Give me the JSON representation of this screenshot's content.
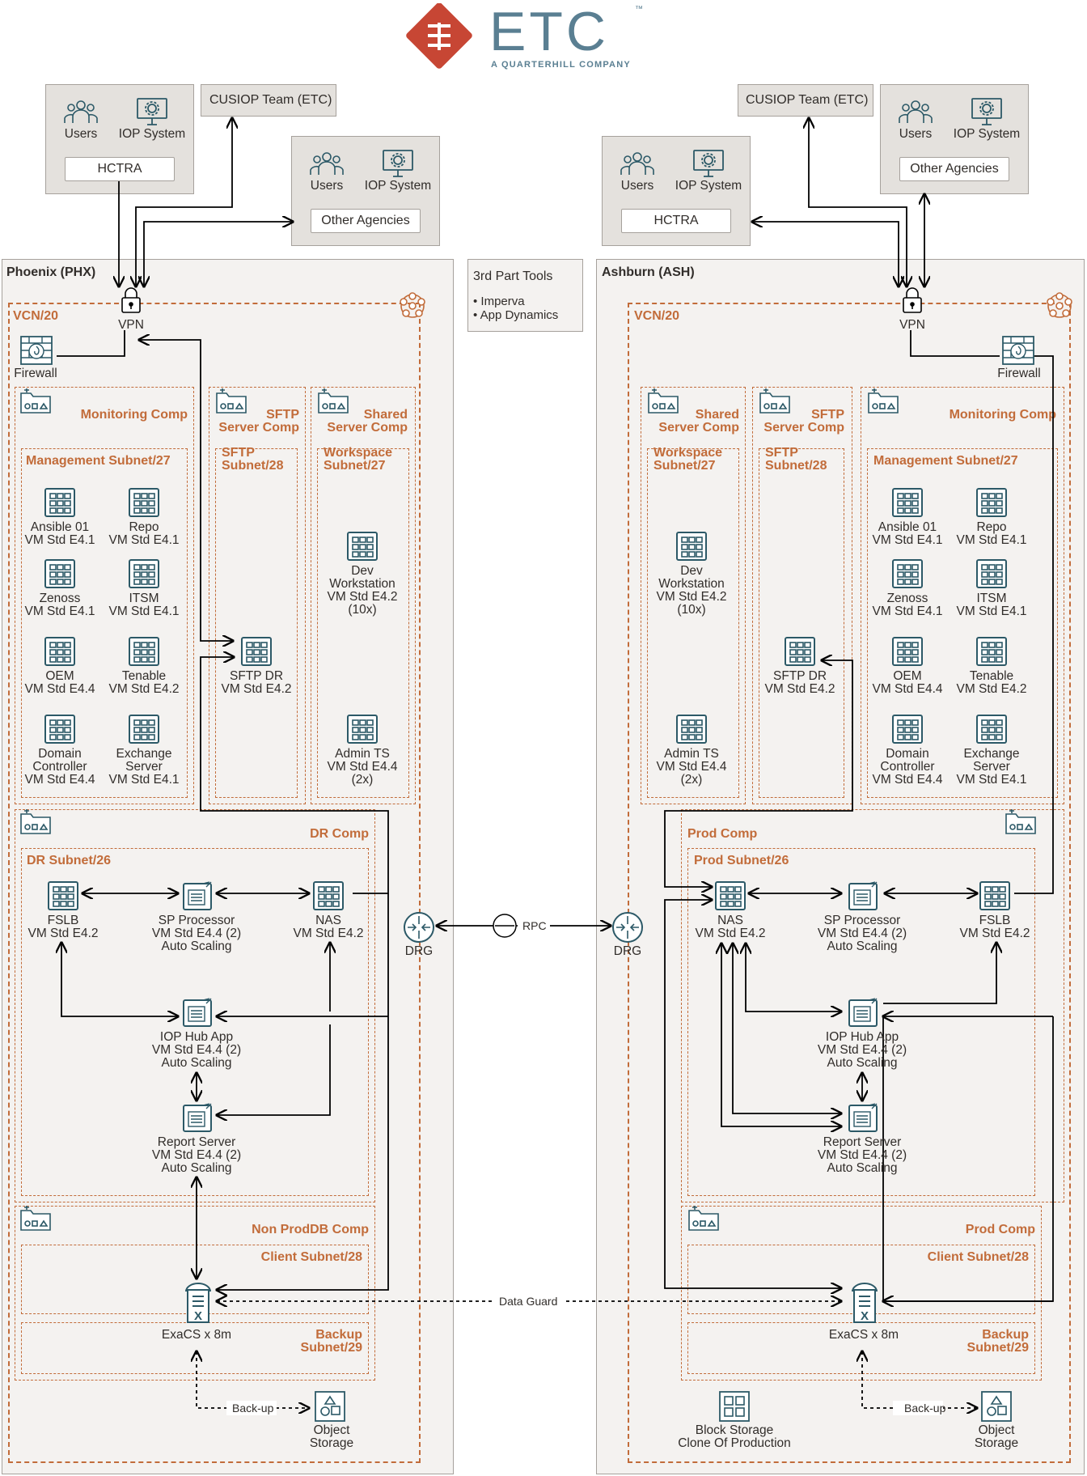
{
  "logo": {
    "name": "ETC",
    "tagline": "A QUARTERHILL COMPANY",
    "tm": "™"
  },
  "regions": {
    "phx": {
      "title": "Phoenix (PHX)"
    },
    "ash": {
      "title": "Ashburn (ASH)"
    },
    "tools": {
      "title": "3rd Part Tools",
      "items": [
        "• Imperva",
        "• App Dynamics"
      ]
    }
  },
  "external": {
    "phx_hctra": {
      "users": "Users",
      "system": "IOP System",
      "label": "HCTRA"
    },
    "phx_cusiop": {
      "label": "CUSIOP Team (ETC)"
    },
    "phx_other": {
      "users": "Users",
      "system": "IOP System",
      "label": "Other Agencies"
    },
    "ash_hctra": {
      "users": "Users",
      "system": "IOP System",
      "label": "HCTRA"
    },
    "ash_cusiop": {
      "label": "CUSIOP Team (ETC)"
    },
    "ash_other": {
      "users": "Users",
      "system": "IOP System",
      "label": "Other Agencies"
    }
  },
  "phx": {
    "vcn": "VCN/20",
    "vpn": "VPN",
    "firewall": "Firewall",
    "monitoring_comp": "Monitoring Comp",
    "mgmt_subnet": "Management Subnet/27",
    "sftp_comp": [
      "SFTP",
      "Server Comp"
    ],
    "sftp_subnet": [
      "SFTP",
      "Subnet/28"
    ],
    "shared_comp": [
      "Shared",
      "Server Comp"
    ],
    "workspace_subnet": [
      "Workspace",
      "Subnet/27"
    ],
    "vms": {
      "ansible": [
        "Ansible 01",
        "VM Std E4.1"
      ],
      "repo": [
        "Repo",
        "VM Std E4.1"
      ],
      "zenoss": [
        "Zenoss",
        "VM Std E4.1"
      ],
      "itsm": [
        "ITSM",
        "VM Std E4.1"
      ],
      "oem": [
        "OEM",
        "VM Std E4.4"
      ],
      "tenable": [
        "Tenable",
        "VM Std E4.2"
      ],
      "domain": [
        "Domain",
        "Controller",
        "VM Std E4.4"
      ],
      "exchange": [
        "Exchange",
        "Server",
        "VM Std E4.1"
      ],
      "sftpdr": [
        "SFTP DR",
        "VM Std E4.2"
      ],
      "devws": [
        "Dev",
        "Workstation",
        "VM Std E4.2",
        "(10x)"
      ],
      "admints": [
        "Admin TS",
        "VM Std E4.4",
        "(2x)"
      ]
    },
    "dr_comp": "DR Comp",
    "dr_subnet": "DR Subnet/26",
    "fslb": [
      "FSLB",
      "VM Std E4.2"
    ],
    "sp": [
      "SP Processor",
      "VM Std E4.4 (2)",
      "Auto Scaling"
    ],
    "nas": [
      "NAS",
      "VM Std E4.2"
    ],
    "iophub": [
      "IOP Hub App",
      "VM Std E4.4 (2)",
      "Auto Scaling"
    ],
    "report": [
      "Report Server",
      "VM Std E4.4 (2)",
      "Auto Scaling"
    ],
    "db_comp": "Non ProdDB Comp",
    "client_subnet": "Client Subnet/28",
    "backup_subnet": [
      "Backup",
      "Subnet/29"
    ],
    "exacs": "ExaCS x 8m",
    "backup_label": "Back-up",
    "objstore": [
      "Object",
      "Storage"
    ],
    "drg": "DRG"
  },
  "ash": {
    "vcn": "VCN/20",
    "vpn": "VPN",
    "firewall": "Firewall",
    "monitoring_comp": "Monitoring Comp",
    "mgmt_subnet": "Management Subnet/27",
    "sftp_comp": [
      "SFTP",
      "Server Comp"
    ],
    "sftp_subnet": [
      "SFTP",
      "Subnet/28"
    ],
    "shared_comp": [
      "Shared",
      "Server Comp"
    ],
    "workspace_subnet": [
      "Workspace",
      "Subnet/27"
    ],
    "vms": {
      "ansible": [
        "Ansible 01",
        "VM Std E4.1"
      ],
      "repo": [
        "Repo",
        "VM Std E4.1"
      ],
      "zenoss": [
        "Zenoss",
        "VM Std E4.1"
      ],
      "itsm": [
        "ITSM",
        "VM Std E4.1"
      ],
      "oem": [
        "OEM",
        "VM Std E4.4"
      ],
      "tenable": [
        "Tenable",
        "VM Std E4.2"
      ],
      "domain": [
        "Domain",
        "Controller",
        "VM Std E4.4"
      ],
      "exchange": [
        "Exchange",
        "Server",
        "VM Std E4.1"
      ],
      "sftpdr": [
        "SFTP DR",
        "VM Std E4.2"
      ],
      "devws": [
        "Dev",
        "Workstation",
        "VM Std E4.2",
        "(10x)"
      ],
      "admints": [
        "Admin TS",
        "VM Std E4.4",
        "(2x)"
      ]
    },
    "prod_comp": "Prod Comp",
    "prod_subnet": "Prod Subnet/26",
    "fslb": [
      "FSLB",
      "VM Std E4.2"
    ],
    "sp": [
      "SP Processor",
      "VM Std E4.4 (2)",
      "Auto Scaling"
    ],
    "nas": [
      "NAS",
      "VM Std E4.2"
    ],
    "iophub": [
      "IOP Hub App",
      "VM Std E4.4 (2)",
      "Auto Scaling"
    ],
    "report": [
      "Report Server",
      "VM Std E4.4 (2)",
      "Auto Scaling"
    ],
    "db_comp": "Prod Comp",
    "client_subnet": "Client Subnet/28",
    "backup_subnet": [
      "Backup",
      "Subnet/29"
    ],
    "exacs": "ExaCS x 8m",
    "backup_label": "Back-up",
    "objstore": [
      "Object",
      "Storage"
    ],
    "blockstore": [
      "Block Storage",
      "Clone Of Production"
    ],
    "drg": "DRG"
  },
  "links": {
    "rpc": "RPC",
    "dataguard": "Data Guard"
  },
  "colors": {
    "accent": "#c26c3a",
    "teal": "#2c5967",
    "logo_red": "#c74634",
    "region_bg": "#f4f2f0",
    "box_bg": "#e4e1dd"
  }
}
